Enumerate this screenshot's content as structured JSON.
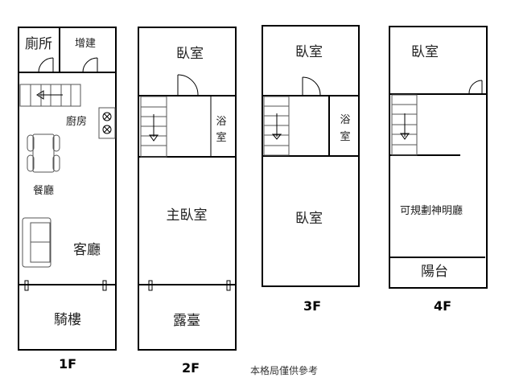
{
  "floors": {
    "f1": {
      "label": "1F",
      "rooms": {
        "toilet": "廁所",
        "extension": "增建",
        "kitchen": "廚房",
        "dining": "餐廳",
        "living": "客廳",
        "arcade": "騎樓"
      }
    },
    "f2": {
      "label": "2F",
      "rooms": {
        "bedroom": "臥室",
        "bath1": "浴",
        "bath2": "室",
        "master": "主臥室",
        "terrace": "露臺"
      }
    },
    "f3": {
      "label": "3F",
      "rooms": {
        "bedroom_front": "臥室",
        "bath1": "浴",
        "bath2": "室",
        "bedroom_back": "臥室"
      }
    },
    "f4": {
      "label": "4F",
      "rooms": {
        "bedroom": "臥室",
        "shrine": "可規劃神明廳",
        "balcony": "陽台"
      }
    }
  },
  "note": "本格局僅供參考"
}
